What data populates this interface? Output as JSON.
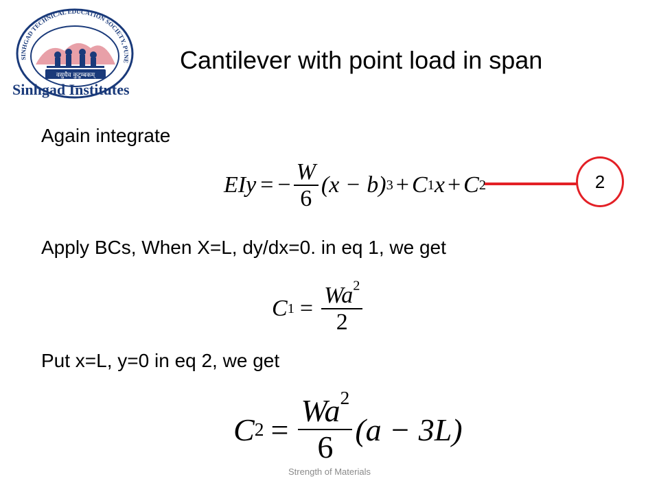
{
  "logo": {
    "ring_text": "SINHGAD TECHNICAL EDUCATION SOCIETY, PUNE",
    "motto": "वसुधैव कुटुम्बकम्",
    "name": "Sinhgad Institutes"
  },
  "slide": {
    "title": "Cantilever with point load in span",
    "line1": "Again integrate",
    "line2": "Apply BCs, When X=L, dy/dx=0. in eq 1, we get",
    "line3": "Put x=L, y=0 in eq 2, we get",
    "footer": "Strength of Materials"
  },
  "equations": {
    "eq1": {
      "lhs": "EIy",
      "eq": "=",
      "minus": "−",
      "num": "W",
      "den": "6",
      "paren": "(x − b)",
      "exp": "3",
      "plus1": "+",
      "c1": "C",
      "c1_sub": "1",
      "c1_x": "x",
      "plus2": "+",
      "c2": "C",
      "c2_sub": "2"
    },
    "eq2": {
      "lhs": "C",
      "lhs_sub": "1",
      "eq": "=",
      "num": "Wa",
      "num_exp": "2",
      "den": "2"
    },
    "eq3": {
      "lhs": "C",
      "lhs_sub": "2",
      "eq": "=",
      "num": "Wa",
      "num_exp": "2",
      "den": "6",
      "paren": "(a − 3L)"
    }
  },
  "marker": {
    "label": "2",
    "color": "#e32026"
  },
  "colors": {
    "accent_red": "#e32026",
    "logo_blue": "#1a3a7a",
    "logo_pink": "#e8a0a8",
    "footer_gray": "#8a8a8a"
  }
}
